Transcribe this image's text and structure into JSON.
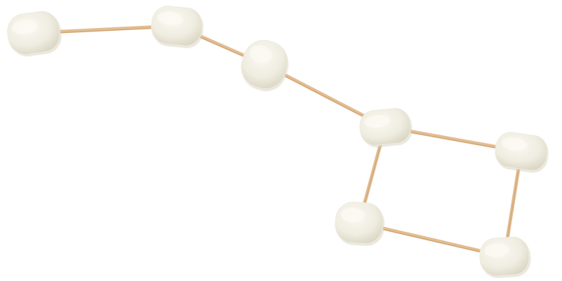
{
  "scene": {
    "subject": "marshmallow-constellation",
    "marshmallow_count": 7,
    "stick_count": 7,
    "colors": {
      "background": "#ffffff",
      "marshmallow_light": "#fbfaf3",
      "marshmallow_mid": "#efece0",
      "marshmallow_shadow": "#d8d3c0",
      "stick": "#e2bd92",
      "stick_dark": "#c79b6b"
    }
  }
}
